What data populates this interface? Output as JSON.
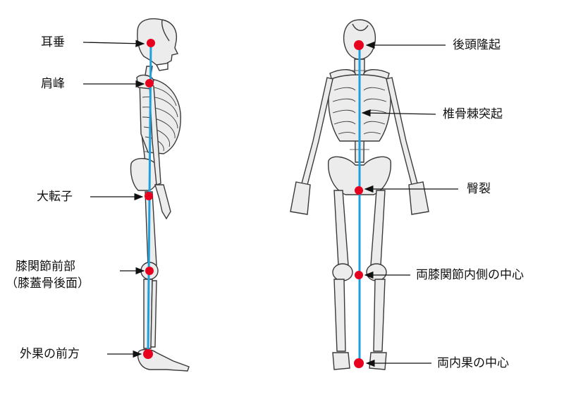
{
  "colors": {
    "plumb_line": "#1ea0dc",
    "landmark": "#e8001f",
    "bone_fill": "#ececec",
    "bone_outline": "#3a3a3a",
    "arrow": "#111111"
  },
  "side_view": {
    "labels": [
      {
        "key": "earlobe",
        "text": "耳垂"
      },
      {
        "key": "acromion",
        "text": "肩峰"
      },
      {
        "key": "trochanter",
        "text": "大転子"
      },
      {
        "key": "knee_line1",
        "text": "膝関節前部"
      },
      {
        "key": "knee_line2",
        "text": "（膝蓋骨後面）"
      },
      {
        "key": "malleolus",
        "text": "外果の前方"
      }
    ]
  },
  "back_view": {
    "labels": [
      {
        "key": "occipital",
        "text": "後頭隆起"
      },
      {
        "key": "spinous",
        "text": "椎骨棘突起"
      },
      {
        "key": "gluteal",
        "text": "臀裂"
      },
      {
        "key": "knees",
        "text": "両膝関節内側の中心"
      },
      {
        "key": "ankles",
        "text": "両内果の中心"
      }
    ]
  }
}
